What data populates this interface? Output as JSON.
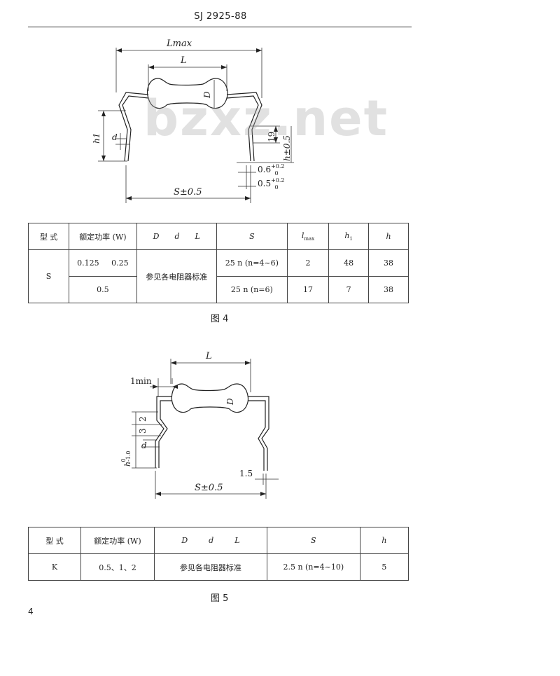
{
  "header": {
    "doc_number": "SJ 2925-88"
  },
  "watermark": "bzxz.net",
  "figure4": {
    "labels": {
      "lmax": "Lmax",
      "l": "L",
      "d_body": "D",
      "h1": "h1",
      "d_lead": "d",
      "v19": "19",
      "h_tol": "h±0.5",
      "tol1": "0.6",
      "tol1_sup": "+0.2",
      "tol1_sub": "0",
      "tol2": "0.5",
      "tol2_sup": "+0.2",
      "tol2_sub": "0",
      "s_tol": "S±0.5"
    },
    "table": {
      "headers": {
        "type": "型 式",
        "power": "额定功率 (W)",
        "d1": "D",
        "d2": "d",
        "l": "L",
        "s": "S",
        "lmax": "l",
        "lmax_sub": "max",
        "h1": "h",
        "h1_sub": "1",
        "h": "h"
      },
      "type_value": "S",
      "row1": {
        "power_a": "0.125",
        "power_b": "0.25",
        "ddl": "参见各电阻器标准",
        "s": "25 n (n=4~6)",
        "lmax": "2",
        "h1": "48",
        "h": "38"
      },
      "row2": {
        "power": "0.5",
        "s": "25 n (n=6)",
        "lmax": "17",
        "h1": "7",
        "h": "38"
      }
    },
    "caption": "图 4"
  },
  "figure5": {
    "labels": {
      "l": "L",
      "min": "1min",
      "d_body": "D",
      "v2": "2",
      "v3": "3",
      "d_lead": "d",
      "h_tol": "h",
      "h_tol_sub": "-1.0",
      "h_tol_sup": "0",
      "v15": "1.5",
      "s_tol": "S±0.5"
    },
    "table": {
      "headers": {
        "type": "型 式",
        "power": "额定功率 (W)",
        "d1": "D",
        "d2": "d",
        "l": "L",
        "s": "S",
        "h": "h"
      },
      "row1": {
        "type": "K",
        "power": "0.5、1、2",
        "ddl": "参见各电阻器标准",
        "s": "2.5 n (n=4~10)",
        "h": "5"
      }
    },
    "caption": "图 5"
  },
  "page_number": "4"
}
